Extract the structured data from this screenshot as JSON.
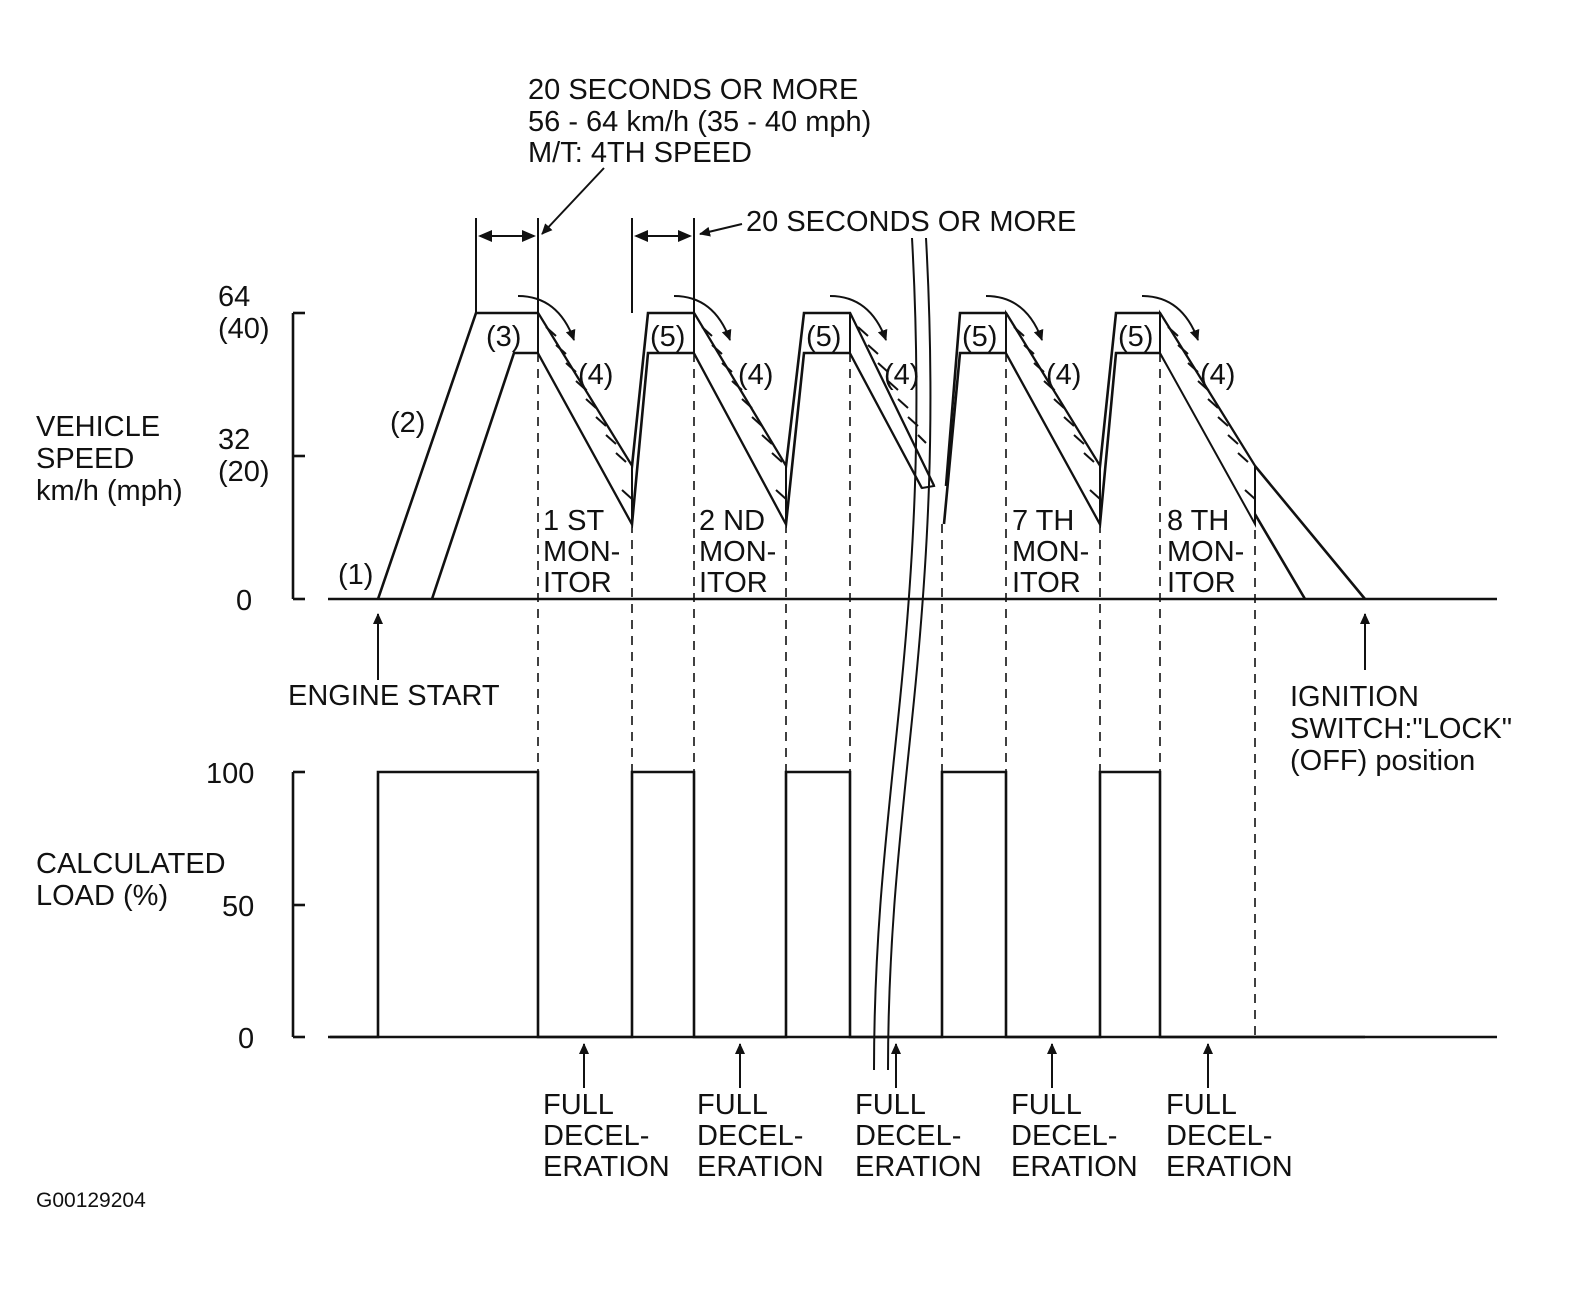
{
  "header_note": {
    "line1": "20 SECONDS OR MORE",
    "line2": "56 - 64 km/h (35 - 40 mph)",
    "line3": "M/T: 4TH SPEED"
  },
  "interval_note": "20 SECONDS OR MORE",
  "speed_axis": {
    "title_line1": "VEHICLE",
    "title_line2": "SPEED",
    "title_line3": "km/h (mph)",
    "tick_64": "64",
    "tick_64_mph": "(40)",
    "tick_32": "32",
    "tick_32_mph": "(20)",
    "tick_0": "0"
  },
  "load_axis": {
    "title_line1": "CALCULATED",
    "title_line2": "LOAD (%)",
    "tick_100": "100",
    "tick_50": "50",
    "tick_0": "0"
  },
  "step_labels": {
    "s1": "(1)",
    "s2": "(2)",
    "s3": "(3)",
    "s4": "(4)",
    "s5": "(5)"
  },
  "monitors": [
    {
      "line1": "1 ST",
      "line2": "MON-",
      "line3": "ITOR"
    },
    {
      "line1": "2 ND",
      "line2": "MON-",
      "line3": "ITOR"
    },
    {
      "line1": "7 TH",
      "line2": "MON-",
      "line3": "ITOR"
    },
    {
      "line1": "8 TH",
      "line2": "MON-",
      "line3": "ITOR"
    }
  ],
  "engine_start": "ENGINE START",
  "ignition": {
    "line1": "IGNITION",
    "line2": "SWITCH:\"LOCK\"",
    "line3": "(OFF) position"
  },
  "decel": {
    "line1": "FULL",
    "line2": "DECEL-",
    "line3": "ERATION"
  },
  "figure_id": "G00129204"
}
